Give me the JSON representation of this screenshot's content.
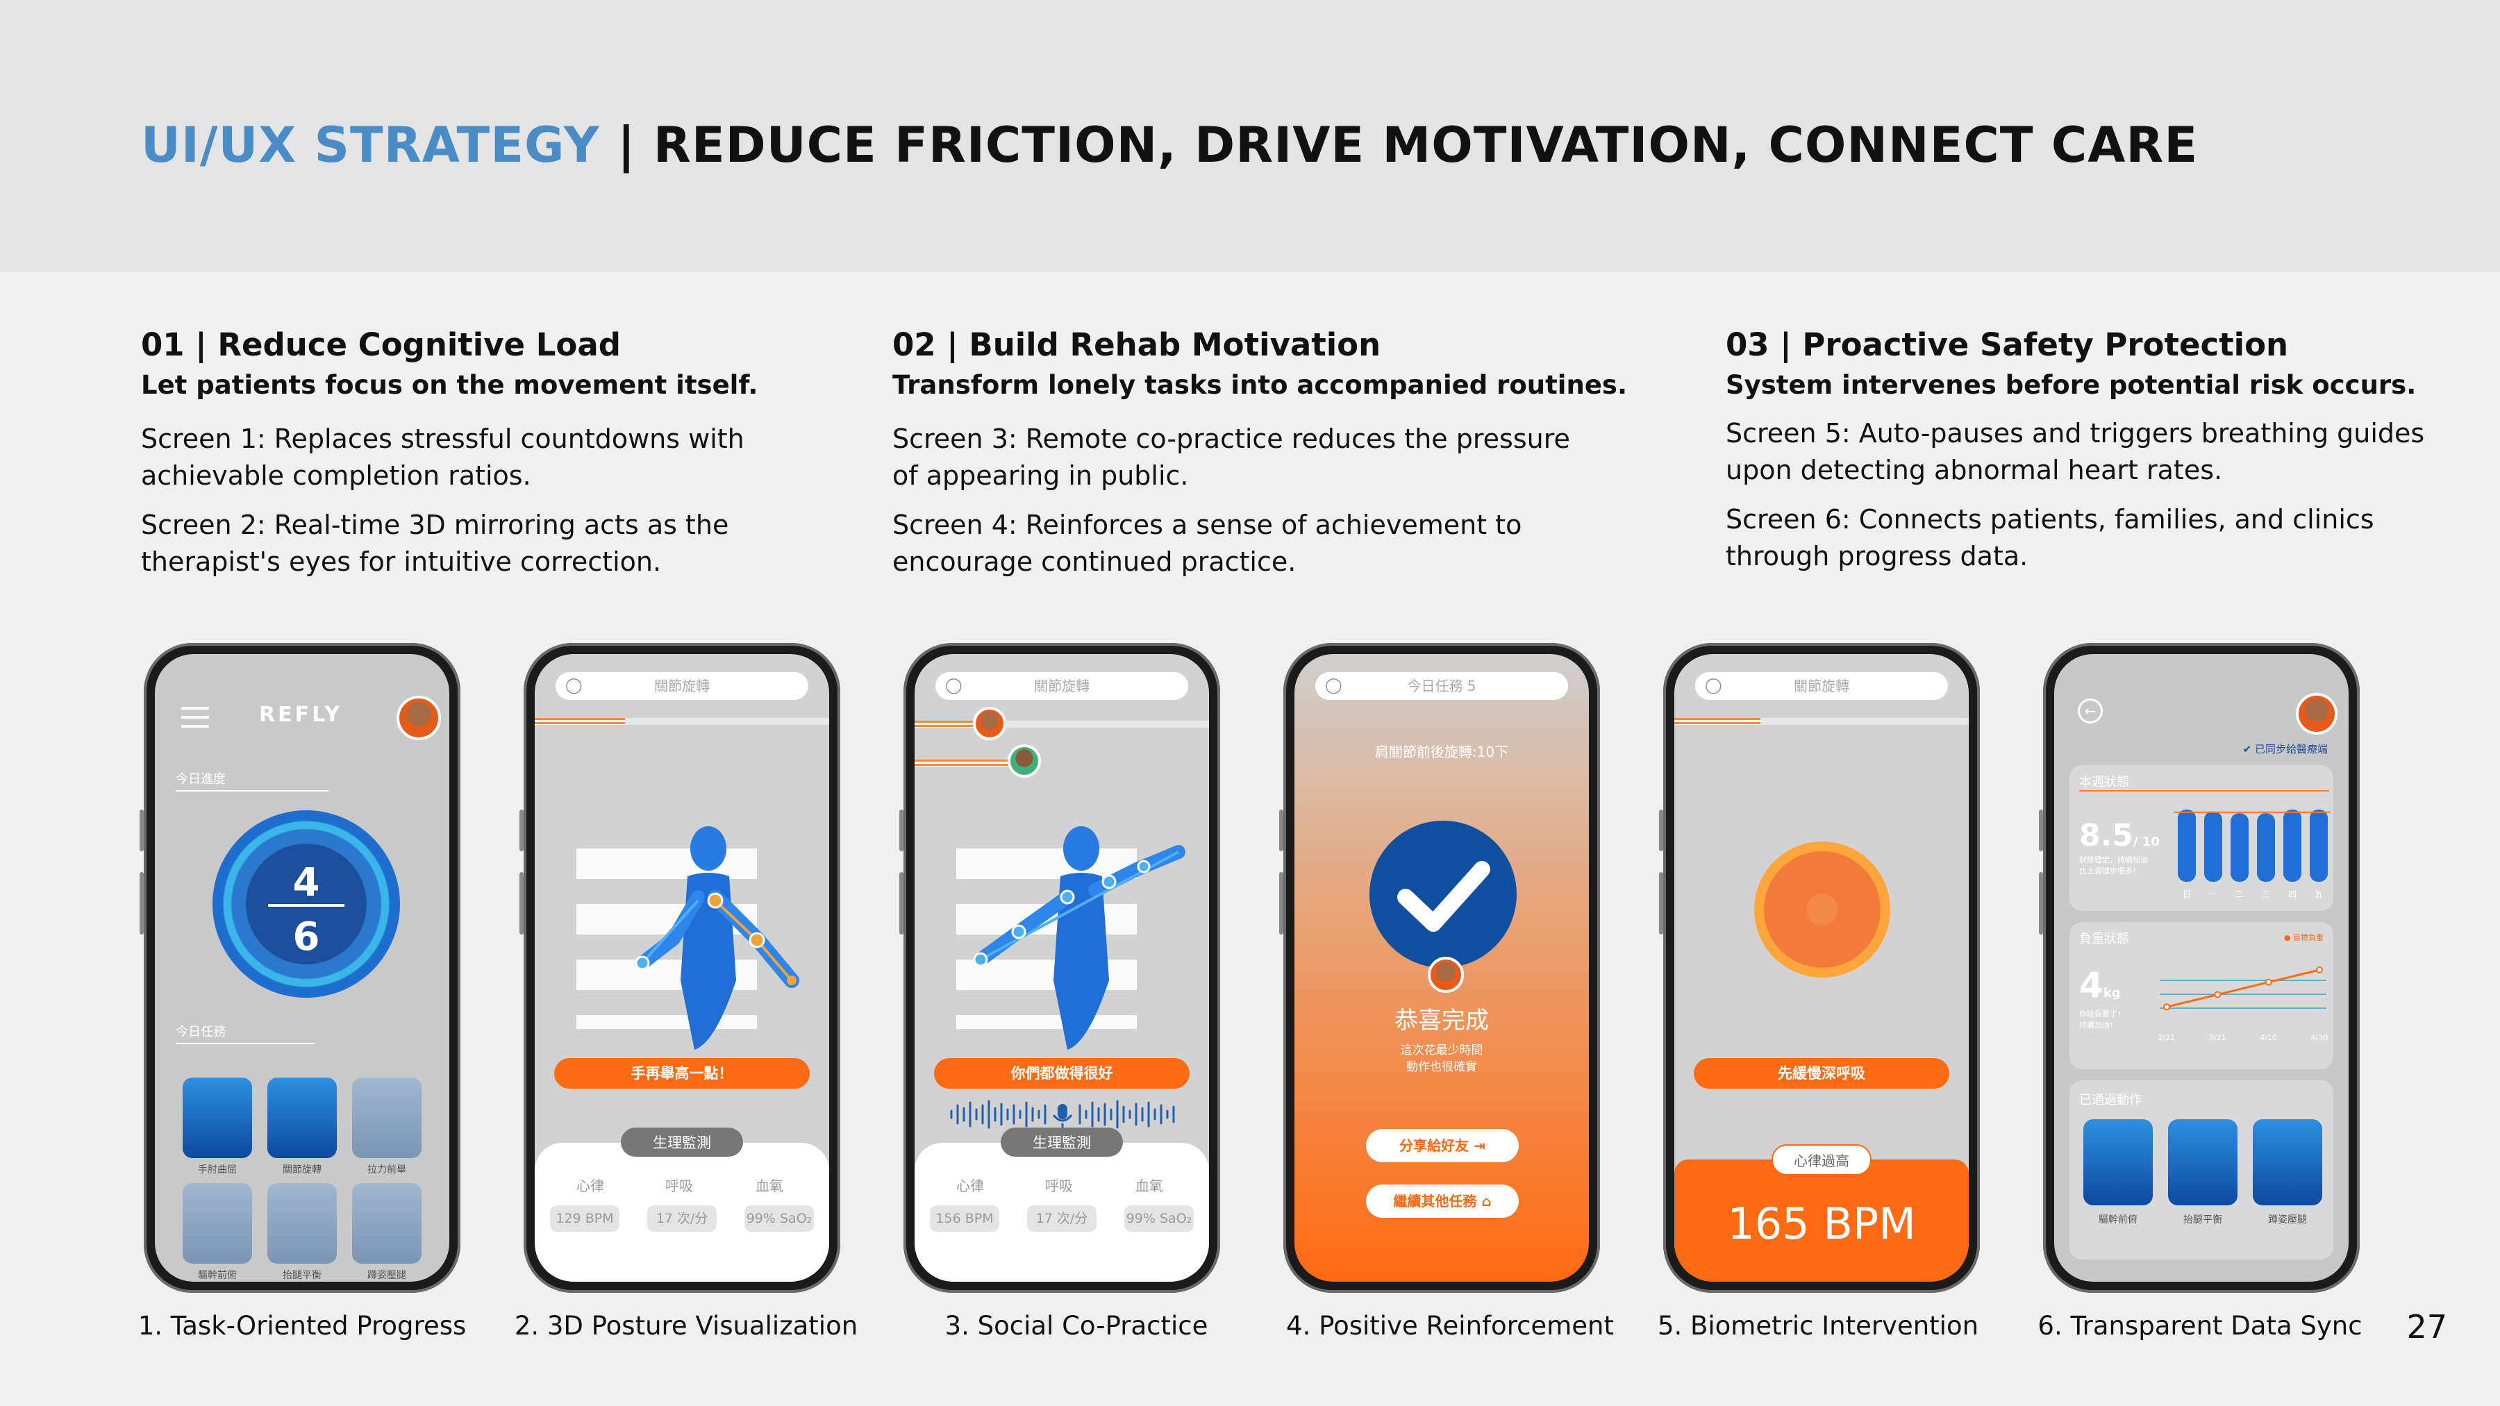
{
  "header": {
    "title_accent": "UI/UX STRATEGY",
    "title_rest": " | REDUCE FRICTION, DRIVE MOTIVATION, CONNECT CARE"
  },
  "columns": [
    {
      "heading": "01 | Reduce Cognitive Load",
      "subheading": "Let patients focus on the movement itself.",
      "p1": "Screen 1: Replaces stressful countdowns with achievable completion ratios.",
      "p2": "Screen 2: Real-time 3D mirroring acts as the therapist's eyes for intuitive correction."
    },
    {
      "heading": "02 | Build Rehab Motivation",
      "subheading": "Transform lonely tasks into accompanied routines.",
      "p1": "Screen 3: Remote co-practice reduces the pressure of appearing in public.",
      "p2": "Screen 4: Reinforces a sense of achievement to encourage continued practice."
    },
    {
      "heading": "03 | Proactive Safety Protection",
      "subheading": "System intervenes before potential risk occurs.",
      "p1": "Screen 5: Auto-pauses and triggers breathing guides upon detecting abnormal heart rates.",
      "p2": "Screen 6: Connects patients, families, and clinics through progress data."
    }
  ],
  "captions": [
    "1. Task-Oriented Progress",
    "2. 3D Posture Visualization",
    "3. Social Co-Practice",
    "4. Positive Reinforcement",
    "5. Biometric Intervention",
    "6. Transparent Data Sync"
  ],
  "page_number": "27",
  "screen1": {
    "brand": "REFLY",
    "progress_label": "今日進度",
    "done": "4",
    "total": "6",
    "tasks_label": "今日任務",
    "tasks": [
      "手肘曲屈",
      "關節旋轉",
      "拉力前舉",
      "驅幹前俯",
      "抬腿平衡",
      "蹲姿壓腿"
    ]
  },
  "screen2": {
    "topbar": "關節旋轉",
    "cue": "手再舉高一點！",
    "vitals_tag": "生理監測",
    "labels": [
      "心律",
      "呼吸",
      "血氧"
    ],
    "values": [
      "129 BPM",
      "17 次/分",
      "99% SaO₂"
    ]
  },
  "screen3": {
    "topbar": "關節旋轉",
    "cue": "你們都做得很好",
    "vitals_tag": "生理監測",
    "labels": [
      "心律",
      "呼吸",
      "血氧"
    ],
    "values": [
      "156 BPM",
      "17 次/分",
      "99% SaO₂"
    ]
  },
  "screen4": {
    "topbar": "今日任務 5",
    "task": "肩關節前後旋轉:10下",
    "congrats": "恭喜完成",
    "encourage1": "這次花最少時間",
    "encourage2": "動作也很確實",
    "share": "分享給好友",
    "continue": "繼續其他任務"
  },
  "screen5": {
    "topbar": "關節旋轉",
    "cue": "先緩慢深呼吸",
    "alert": "心律過高",
    "bpm": "165 BPM"
  },
  "screen6": {
    "synced": "已同步給醫療端",
    "weekly_title": "本週狀態",
    "score": "8.5",
    "score_unit": "/ 10",
    "score_note1": "狀態穩定，持續加油",
    "score_note2": "比上週進步很多！",
    "days": [
      "日",
      "一",
      "二",
      "三",
      "四",
      "五"
    ],
    "weekly_values": [
      0.8,
      0.78,
      0.76,
      0.76,
      0.8,
      0.8
    ],
    "load_title": "負重狀態",
    "load_value": "4",
    "load_unit": "kg",
    "load_note1": "你能負重了！",
    "load_note2": "持續加油！",
    "load_goal": "目標負重",
    "load_dates": [
      "2/21",
      "3/21",
      "4/10",
      "4/30"
    ],
    "load_values": [
      1,
      2,
      3,
      4
    ],
    "done_title": "已通過動作",
    "done_items": [
      "驅幹前俯",
      "抬腿平衡",
      "蹲姿壓腿"
    ]
  },
  "colors": {
    "accent_blue": "#4a8cc5",
    "orange": "#ff6a12",
    "body_blue": "#1f6fd6"
  }
}
